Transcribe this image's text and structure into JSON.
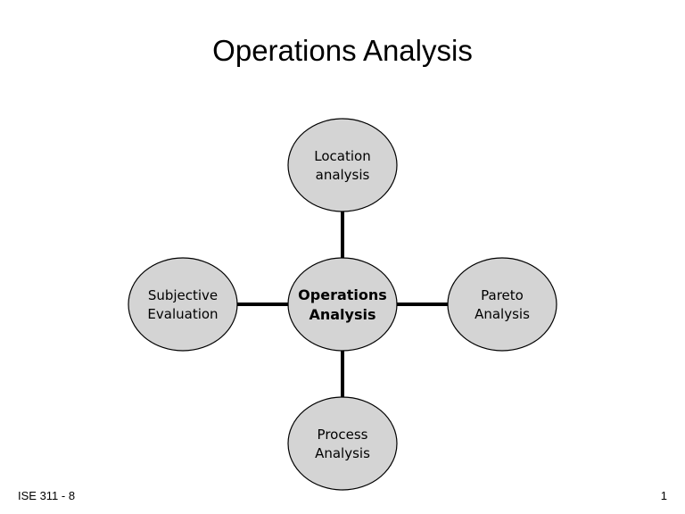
{
  "slide": {
    "title": "Operations Analysis",
    "footer_left": "ISE 311 - 8",
    "page_number": "1"
  },
  "diagram": {
    "center": {
      "line1": "Operations",
      "line2": "Analysis"
    },
    "top": {
      "line1": "Location",
      "line2": "analysis"
    },
    "left": {
      "line1": "Subjective",
      "line2": "Evaluation"
    },
    "right": {
      "line1": "Pareto",
      "line2": "Analysis"
    },
    "bottom": {
      "line1": "Process",
      "line2": "Analysis"
    }
  },
  "colors": {
    "node_fill": "#d4d4d4",
    "stroke": "#000000"
  }
}
